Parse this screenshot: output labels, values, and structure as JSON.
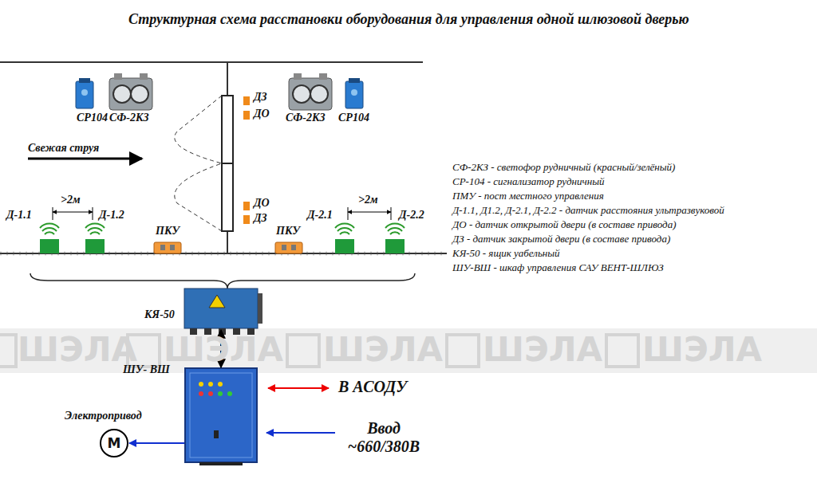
{
  "diagram": {
    "title": "Структурная схема расстановки оборудования для управления одной шлюзовой дверью",
    "nodes": [
      {
        "text": [
          "КЯ-50"
        ]
      },
      {
        "text": [
          "ШУ- ВШ"
        ]
      },
      {
        "text": [
          "М",
          "Электропривод"
        ]
      }
    ],
    "edges": [
      {
        "from": 0,
        "to": 1,
        "arrow": "both"
      },
      {
        "from": 1,
        "to": 2,
        "arrow": "to"
      }
    ],
    "labels": [
      "СР104",
      "СФ-2КЗ",
      "ДЗ",
      "ДО",
      "СФ-2КЗ",
      "СР104",
      "Свежая струя",
      "ДО",
      "ДЗ",
      ">2м",
      ">2м",
      "Д-1.1",
      "Д-1.2",
      "ПКУ",
      "ПКУ",
      "Д-2.1",
      "Д-2.2",
      "СФ-2КЗ - светофор рудничный (красный/зелёный)",
      "СР-104 - сигнализатор рудничный",
      "ПМУ - пост местного управления",
      "Д-1.1, Д1.2, Д-2.1, Д-2.2 - датчик расстояния ультразвуковой",
      "ДО - датчик открытой двери (в составе привода)",
      "ДЗ - датчик закрытой двери (в составе привода)",
      "КЯ-50 - ящик уабельный",
      "ШУ-ВШ - шкаф управления САУ ВЕНТ-ШЛЮЗ",
      "В АСОДУ",
      "Ввод ~660/380В",
      "ШЭЛА",
      "ШЭЛА",
      "ШЭЛА",
      "ШЭЛА",
      "ШЭЛА"
    ]
  }
}
